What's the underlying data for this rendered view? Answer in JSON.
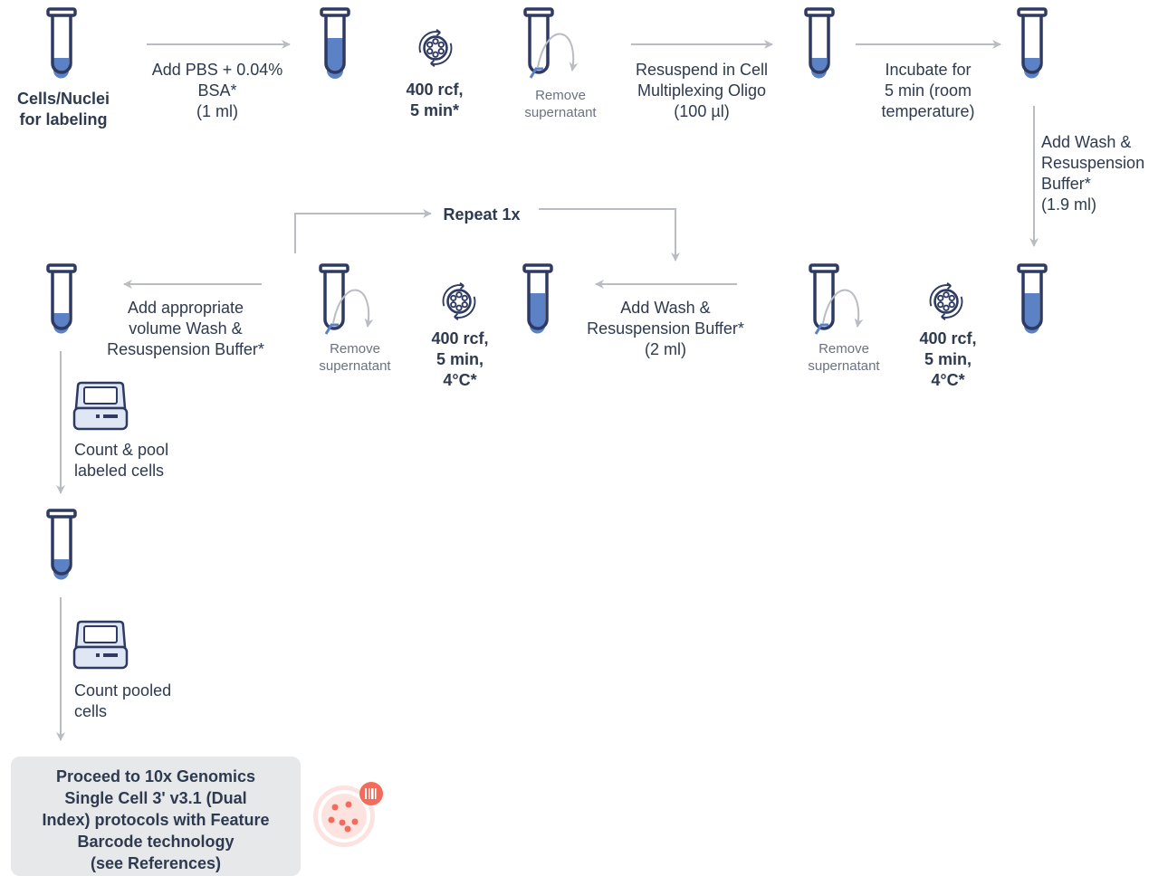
{
  "steps": {
    "start_label": "Cells/Nuclei\nfor labeling",
    "add_pbs": "Add PBS + 0.04%\nBSA*\n(1 ml)",
    "spin1": "400 rcf,\n5 min*",
    "remove1": "Remove\nsupernatant",
    "resuspend": "Resuspend in Cell\nMultiplexing Oligo\n(100 µl)",
    "incubate": "Incubate for\n5 min (room\ntemperature)",
    "add_wash1": "Add Wash &\nResuspension\nBuffer*\n(1.9 ml)",
    "spin2": "400 rcf,\n5 min,\n4°C*",
    "remove2": "Remove\nsupernatant",
    "add_wash2": "Add  Wash &\nResuspension Buffer*\n(2 ml)",
    "spin3": "400 rcf,\n5 min,\n4°C*",
    "remove3": "Remove\nsupernatant",
    "repeat": "Repeat 1x",
    "add_volume": "Add appropriate\nvolume Wash &\nResuspension Buffer*",
    "count_pool": "Count & pool\nlabeled cells",
    "count_pooled": "Count pooled\ncells",
    "proceed": "Proceed to 10x Genomics\nSingle Cell 3' v3.1 (Dual\nIndex) protocols with Feature\nBarcode technology\n(see References)"
  },
  "icons": {
    "tube": "test-tube-icon",
    "centrifuge": "centrifuge-icon",
    "counter": "cell-counter-icon",
    "gem": "gem-beads-icon"
  },
  "colors": {
    "navy": "#2e3a62",
    "liquid": "#5b82c4",
    "arrow": "#b9bcc2",
    "coral": "#f26b5b",
    "coral_light": "#fde3df",
    "box": "#e7e8ea"
  }
}
